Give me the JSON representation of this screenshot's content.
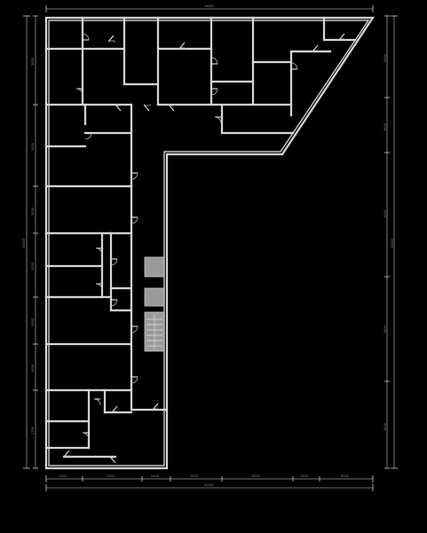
{
  "drawing": {
    "type": "architectural floor plan",
    "colors": {
      "background": "#000000",
      "walls": "#d9d9d9",
      "dimensions": "#9a9a9a",
      "core": "#9a9a9a"
    }
  },
  "dimensions": {
    "bottom": [
      "2400",
      "3300",
      "2400",
      "5400",
      "6000",
      "2400",
      "6000"
    ],
    "bottom_total": "20400",
    "top_total": "16800",
    "left": [
      "3000",
      "2400",
      "3000",
      "3300",
      "3600",
      "3000",
      "2700"
    ],
    "left_total": "24000",
    "right": [
      "6000",
      "3600",
      "3000",
      "7800",
      "3600"
    ],
    "right_total": "24000"
  },
  "icons": [
    "door-icon",
    "stair-icon",
    "elevator-icon"
  ]
}
